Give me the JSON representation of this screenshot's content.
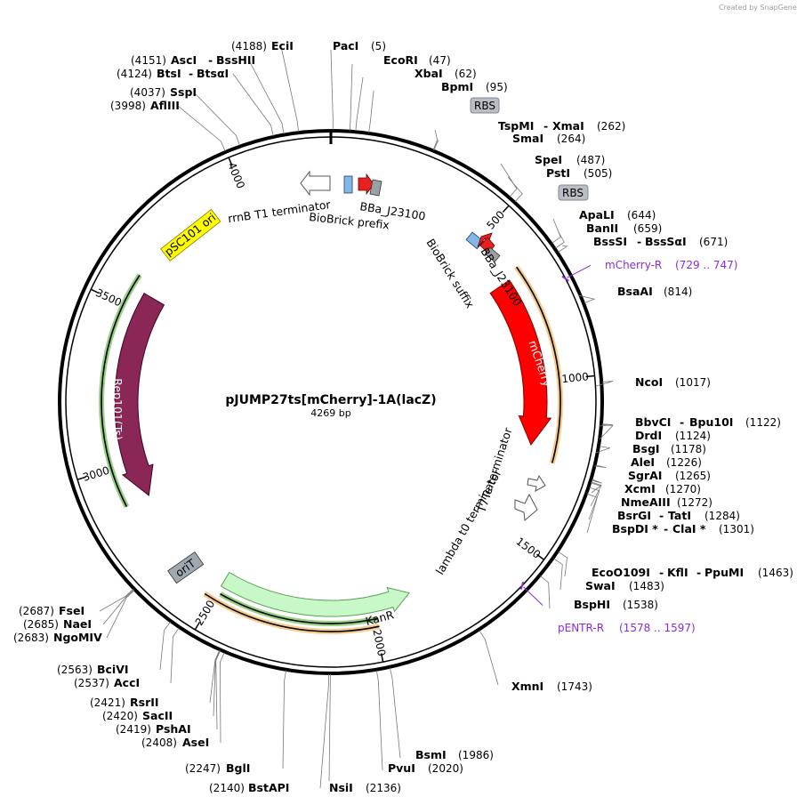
{
  "brand": "Created by SnapGene",
  "plasmid": {
    "name": "pJUMP27ts[mCherry]-1A(lacZ)",
    "size_label": "4269 bp",
    "length": 4269
  },
  "ticks": [
    "500",
    "1000",
    "1500",
    "2000",
    "2500",
    "3000",
    "3500",
    "4000"
  ],
  "colors": {
    "mcherry": "#ff0000",
    "rep101": "#8b2757",
    "kanr": "#c8f7c8",
    "psc101": "#ffff00",
    "orit": "#a0a8b0",
    "rbs": "#b8bec3",
    "promoter": "#e82020",
    "prefix": "#80b8e8",
    "terminator": "#ffffff",
    "orf_orange": "#f0a030",
    "orf_green": "#44a820",
    "primer": "#8a2be2"
  },
  "features": [
    {
      "label": "mCherry",
      "type": "CDS",
      "color": "#ff0000"
    },
    {
      "label": "Rep101(Ts)",
      "type": "CDS",
      "color": "#8b2757"
    },
    {
      "label": "KanR",
      "type": "CDS",
      "color": "#c8f7c8"
    },
    {
      "label": "pSC101 ori",
      "type": "rep_origin",
      "color": "#ffff00"
    },
    {
      "label": "oriT",
      "type": "oriT",
      "color": "#a0a8b0"
    },
    {
      "label": "RBS",
      "type": "RBS"
    },
    {
      "label": "RBS",
      "type": "RBS"
    },
    {
      "label": "BBa_J23100",
      "type": "promoter"
    },
    {
      "label": "BBa_J23100",
      "type": "promoter"
    },
    {
      "label": "BioBrick prefix",
      "type": "misc"
    },
    {
      "label": "BioBrick suffix",
      "type": "misc"
    },
    {
      "label": "rrnB T1 terminator",
      "type": "terminator"
    },
    {
      "label": "T7Te terminator",
      "type": "terminator"
    },
    {
      "label": "lambda t0 terminator",
      "type": "terminator"
    }
  ],
  "primers": [
    {
      "name": "mCherry-R",
      "range": "(729 .. 747)"
    },
    {
      "name": "pENTR-R",
      "range": "(1578 .. 1597)"
    }
  ],
  "sites": {
    "paci": {
      "name": "PacI",
      "pos": "(5)"
    },
    "ecori": {
      "name": "EcoRI",
      "pos": "(47)"
    },
    "xbai": {
      "name": "XbaI",
      "pos": "(62)"
    },
    "bpmi": {
      "name": "BpmI",
      "pos": "(95)"
    },
    "tspmi": {
      "name": "TspMI",
      "name2": "XmaI",
      "pos": "(262)"
    },
    "smai": {
      "name": "SmaI",
      "pos": "(264)"
    },
    "spei": {
      "name": "SpeI",
      "pos": "(487)"
    },
    "psti": {
      "name": "PstI",
      "pos": "(505)"
    },
    "apali": {
      "name": "ApaLI",
      "pos": "(644)"
    },
    "banii": {
      "name": "BanII",
      "pos": "(659)"
    },
    "bsssi": {
      "name": "BssSI",
      "name2": "BssSαI",
      "pos": "(671)"
    },
    "bsaai": {
      "name": "BsaAI",
      "pos": "(814)"
    },
    "ncoi": {
      "name": "NcoI",
      "pos": "(1017)"
    },
    "bbvci": {
      "name": "BbvCI",
      "name2": "Bpu10I",
      "pos": "(1122)"
    },
    "drdi": {
      "name": "DrdI",
      "pos": "(1124)"
    },
    "bsgi": {
      "name": "BsgI",
      "pos": "(1178)"
    },
    "alei": {
      "name": "AleI",
      "pos": "(1226)"
    },
    "sgrai": {
      "name": "SgrAI",
      "pos": "(1265)"
    },
    "xcmi": {
      "name": "XcmI",
      "pos": "(1270)"
    },
    "nmeaiii": {
      "name": "NmeAIII",
      "pos": "(1272)"
    },
    "bsrgi": {
      "name": "BsrGI",
      "name2": "TatI",
      "pos": "(1284)"
    },
    "bspdi": {
      "name": "BspDI *",
      "name2": "ClaI *",
      "pos": "(1301)"
    },
    "eco0109i": {
      "name": "EcoO109I",
      "name2": "KflI",
      "name3": "PpuMI",
      "pos": "(1463)"
    },
    "swai": {
      "name": "SwaI",
      "pos": "(1483)"
    },
    "bsphi": {
      "name": "BspHI",
      "pos": "(1538)"
    },
    "xmni": {
      "name": "XmnI",
      "pos": "(1743)"
    },
    "bsmi": {
      "name": "BsmI",
      "pos": "(1986)"
    },
    "pvui": {
      "name": "PvuI",
      "pos": "(2020)"
    },
    "nsii": {
      "name": "NsiI",
      "pos": "(2136)"
    },
    "bstapi": {
      "name": "BstAPI",
      "pos": "(2140)"
    },
    "bgli": {
      "name": "BglI",
      "pos": "(2247)"
    },
    "asei": {
      "name": "AseI",
      "pos": "(2408)"
    },
    "pshai": {
      "name": "PshAI",
      "pos": "(2419)"
    },
    "sacii": {
      "name": "SacII",
      "pos": "(2420)"
    },
    "rsrii": {
      "name": "RsrII",
      "pos": "(2421)"
    },
    "acci": {
      "name": "AccI",
      "pos": "(2537)"
    },
    "bcivi": {
      "name": "BciVI",
      "pos": "(2563)"
    },
    "ngomiv": {
      "name": "NgoMIV",
      "pos": "(2683)"
    },
    "naei": {
      "name": "NaeI",
      "pos": "(2685)"
    },
    "fsei": {
      "name": "FseI",
      "pos": "(2687)"
    },
    "afliii": {
      "name": "AflIII",
      "pos": "(3998)"
    },
    "sspi": {
      "name": "SspI",
      "pos": "(4037)"
    },
    "btsi": {
      "name": "BtsI",
      "name2": "BtsαI",
      "pos": "(4124)"
    },
    "asci": {
      "name": "AscI",
      "name2": "BssHII",
      "pos": "(4151)"
    },
    "ecii": {
      "name": "EciI",
      "pos": "(4188)"
    }
  }
}
